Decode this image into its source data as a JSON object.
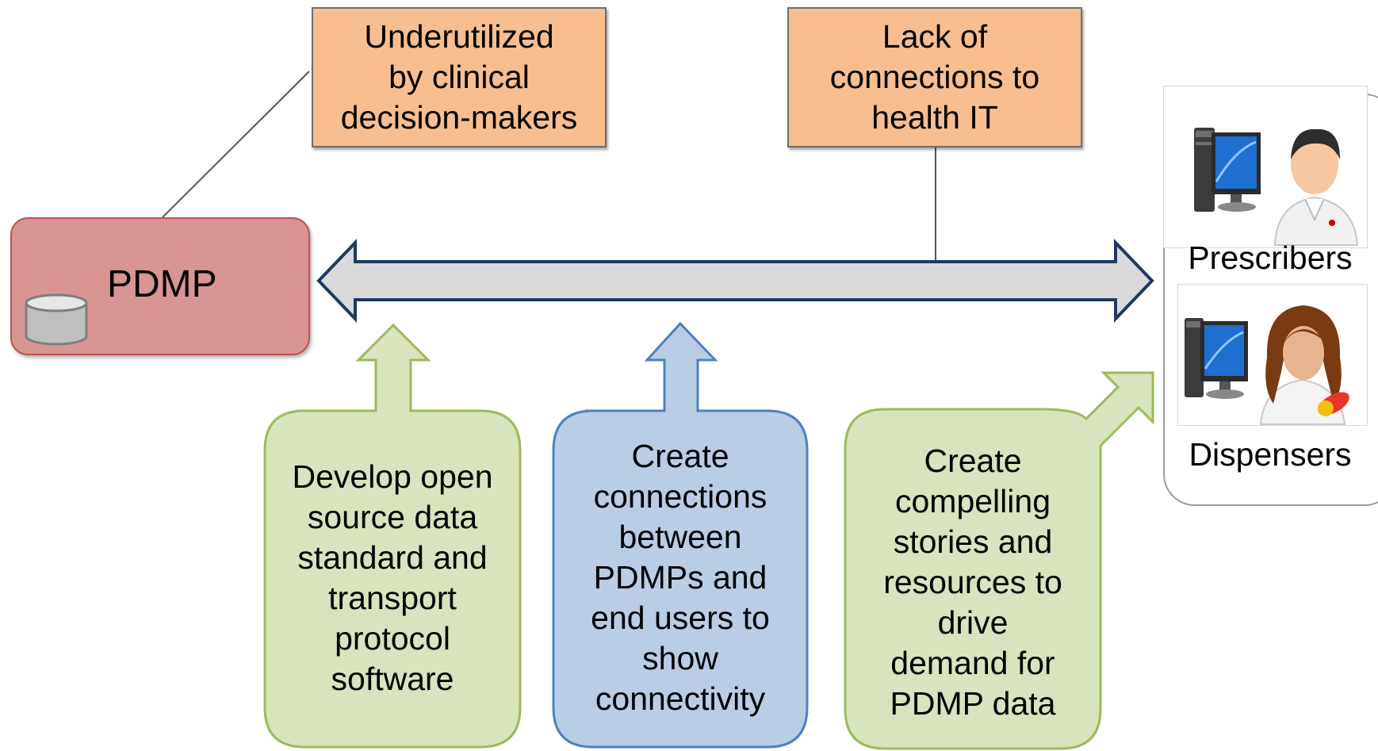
{
  "problems": {
    "underutilized": "Underutilized\nby clinical\ndecision-makers",
    "lack_connections": "Lack of\nconnections to\nhealth IT"
  },
  "pdmp": {
    "label": "PDMP",
    "icon": "database-cylinder-icon"
  },
  "end_users": {
    "prescribers": {
      "label": "Prescribers",
      "icons": [
        "computer-icon",
        "male-doctor-icon"
      ]
    },
    "dispensers": {
      "label": "Dispensers",
      "icons": [
        "computer-icon",
        "female-pharmacist-icon"
      ]
    }
  },
  "solutions": [
    {
      "id": "standard",
      "text": "Develop open\nsource data\nstandard and\ntransport\nprotocol\nsoftware",
      "color": "#D7E4BD",
      "border": "#9BBB59"
    },
    {
      "id": "connections",
      "text": "Create\nconnections\nbetween\nPDMPs and\nend users to\nshow\nconnectivity",
      "color": "#B9CDE5",
      "border": "#4F81BD"
    },
    {
      "id": "stories",
      "text": "Create\ncompelling\nstories and\nresources to\ndrive\ndemand for\nPDMP data",
      "color": "#D7E4BD",
      "border": "#9BBB59"
    }
  ],
  "colors": {
    "problem_fill": "#F9BE8F",
    "pdmp_fill": "#D99594",
    "arrow_fill": "#D9D9D9",
    "arrow_border": "#1F3864"
  }
}
